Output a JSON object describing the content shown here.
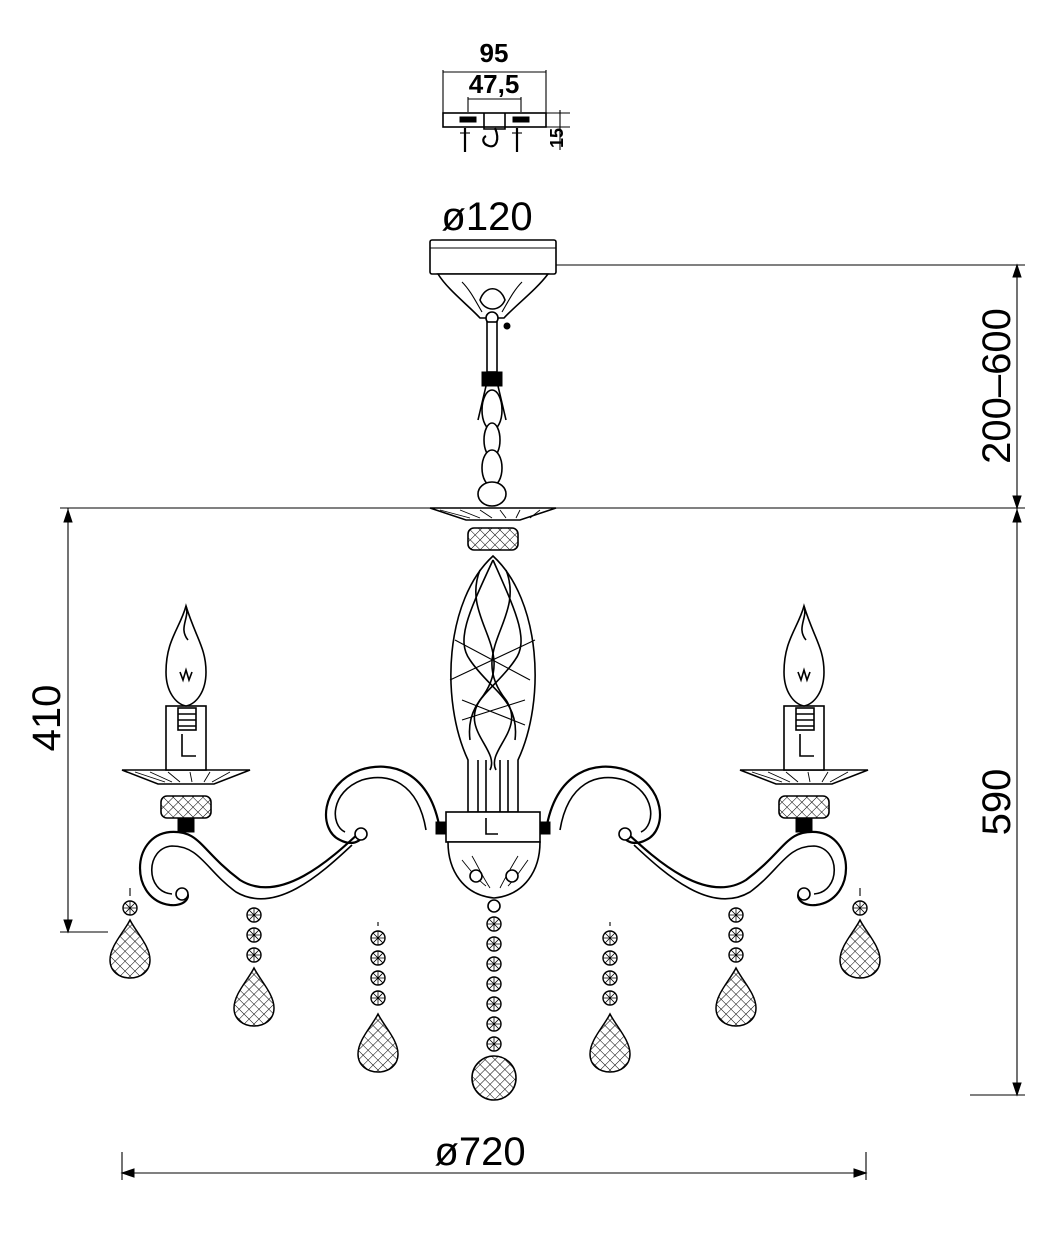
{
  "dimensions": {
    "bracket_width": "95",
    "bracket_hole_spacing": "47,5",
    "bracket_height": "15",
    "canopy_diameter": "ø120",
    "chain_length": "200–600",
    "body_height": "410",
    "total_height": "590",
    "overall_diameter": "ø720"
  },
  "colors": {
    "line": "#000000",
    "background": "#ffffff"
  }
}
